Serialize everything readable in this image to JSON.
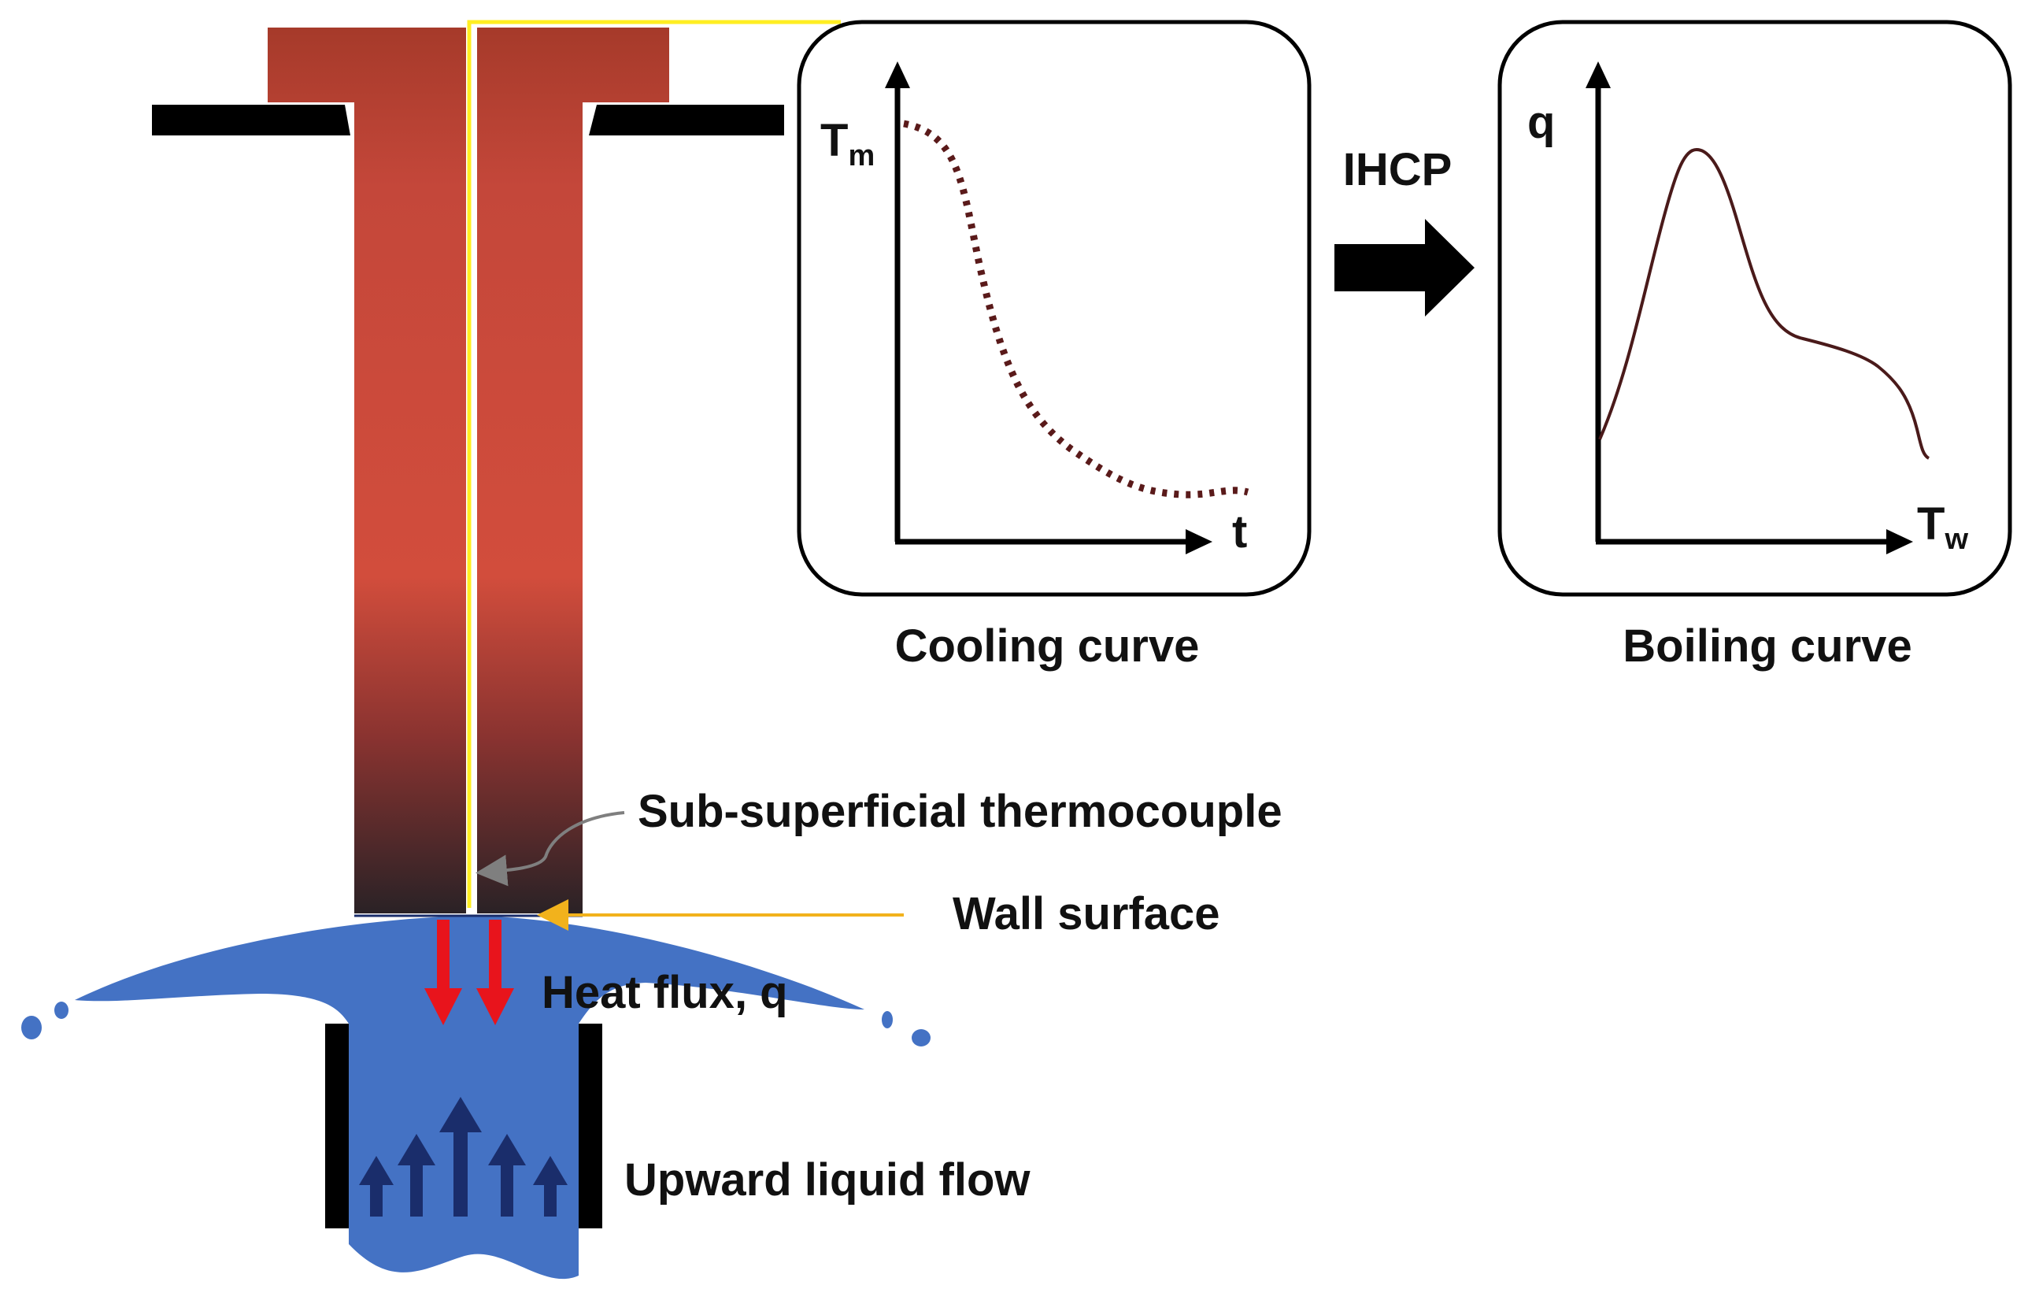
{
  "colors": {
    "rod_top": "#a63a2a",
    "rod_mid": "#d24d3c",
    "rod_bottom": "#2a2226",
    "thermocouple": "#ffee22",
    "water": "#4472c4",
    "up_arrow": "#1a2d6b",
    "heat_arrow": "#e8141c",
    "pointer_arrow": "#7f7f7f",
    "wall_arrow": "#f2b21c",
    "cooling_curve": "#5a1a1a",
    "boiling_curve": "#4a1a1a",
    "frame": "#000000"
  },
  "labels": {
    "thermocouple": "Sub-superficial thermocouple",
    "wall_surface": "Wall surface",
    "heat_flux": "Heat flux, q",
    "upward_flow": "Upward liquid flow",
    "ihcp": "IHCP"
  },
  "cooling_panel": {
    "caption": "Cooling curve",
    "y_axis": {
      "symbol": "T",
      "subscript": "m"
    },
    "x_axis": {
      "symbol": "t"
    },
    "line_style": "dotted"
  },
  "boiling_panel": {
    "caption": "Boiling curve",
    "y_axis": {
      "symbol": "q"
    },
    "x_axis": {
      "symbol": "T",
      "subscript": "w"
    },
    "line_style": "solid"
  }
}
